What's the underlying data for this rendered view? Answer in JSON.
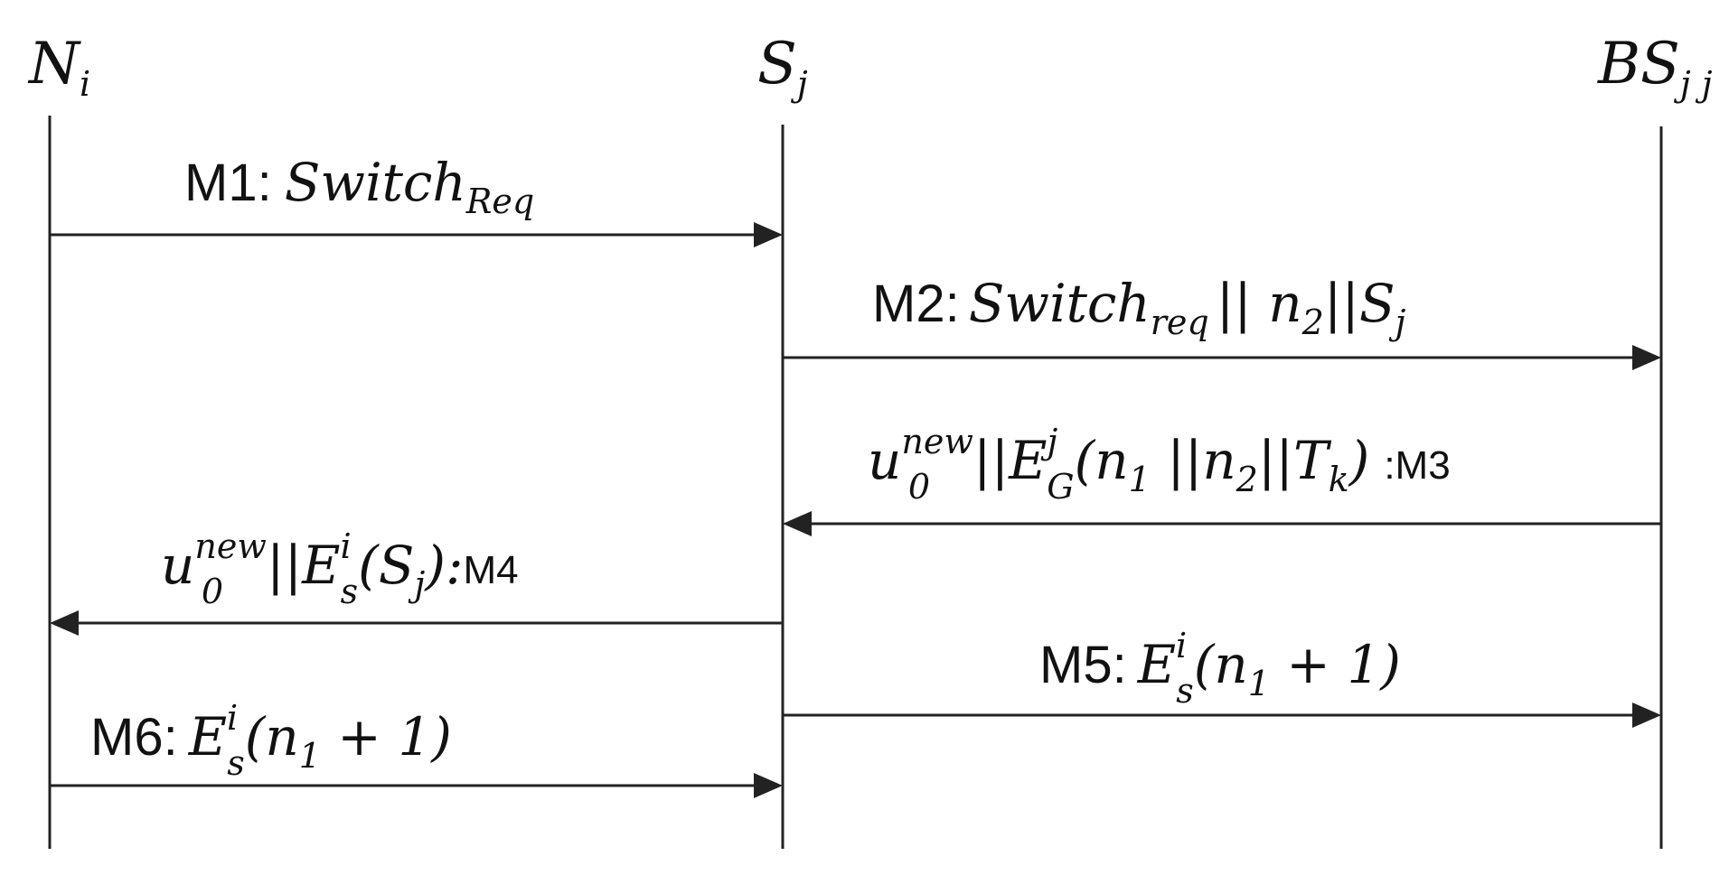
{
  "participants": [
    {
      "base": "N",
      "sub": "i"
    },
    {
      "base": "S",
      "sub": "j"
    },
    {
      "base": "BS",
      "sub": "j j"
    }
  ],
  "messages": {
    "m1": {
      "id": "M1:",
      "body": "Switch",
      "sub": "Req"
    },
    "m2": {
      "id": "M2:",
      "body": "Switch",
      "sub": "req",
      "tail1": "|| n",
      "tail1_sub": "2",
      "tail2": "||S",
      "tail2_sub": "j"
    },
    "m3": {
      "u": "u",
      "u_sup": "new",
      "u_sub": "0",
      "e1": "||E",
      "e_sup": "j",
      "e_sub": "G",
      "p1": "(n",
      "p1_sub": "1",
      "p2": " ||n",
      "p2_sub": "2",
      "p3": "||T",
      "p3_sub": "k",
      "p4": ")",
      "id": ":M3"
    },
    "m4": {
      "u": "u",
      "u_sup": "new",
      "u_sub": "0",
      "e1": "||E",
      "e_sup": "i",
      "e_sub": "s",
      "p1": "(S",
      "p1_sub": "j",
      "p2": "):",
      "id": "M4"
    },
    "m5": {
      "id": "M5:",
      "e": "E",
      "e_sup": "i",
      "e_sub": "s",
      "p1": "(n",
      "p1_sub": "1",
      "p2": " + 1)"
    },
    "m6": {
      "id": "M6:",
      "e": "E",
      "e_sup": "i",
      "e_sub": "s",
      "p1": "(n",
      "p1_sub": "1",
      "p2": " + 1)"
    }
  }
}
